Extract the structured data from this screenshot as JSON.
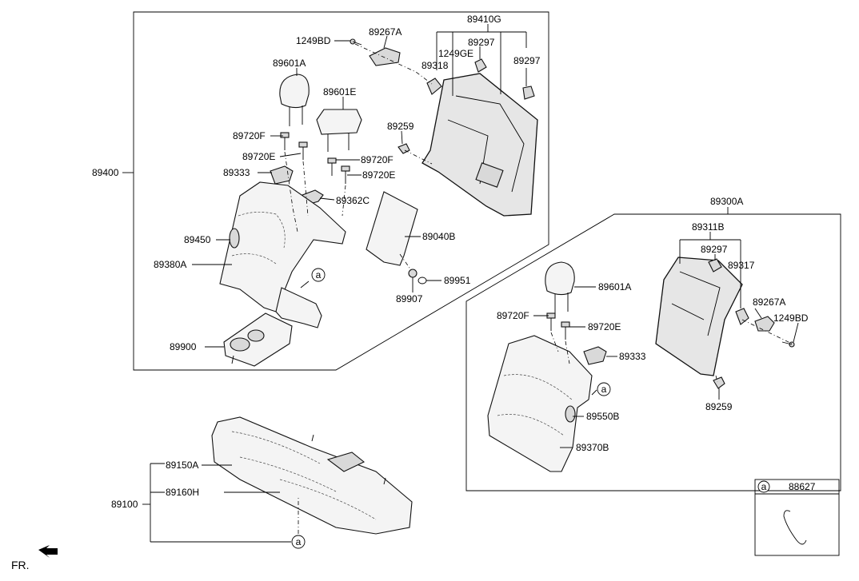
{
  "labels": {
    "l_89400": "89400",
    "l_1249BD_top": "1249BD",
    "l_89267A_top": "89267A",
    "l_89410G": "89410G",
    "l_89297_a": "89297",
    "l_1249GE": "1249GE",
    "l_89318": "89318",
    "l_89297_b": "89297",
    "l_89601A_top": "89601A",
    "l_89601E": "89601E",
    "l_89720F_a": "89720F",
    "l_89720E_a": "89720E",
    "l_89720F_b": "89720F",
    "l_89333_top": "89333",
    "l_89720E_b": "89720E",
    "l_89362C": "89362C",
    "l_89259_top": "89259",
    "l_89450": "89450",
    "l_89380A": "89380A",
    "l_89040B": "89040B",
    "l_89951": "89951",
    "l_89907": "89907",
    "l_89900": "89900",
    "l_89300A": "89300A",
    "l_89311B": "89311B",
    "l_89297_c": "89297",
    "l_89317": "89317",
    "l_89601A_right": "89601A",
    "l_89267A_right": "89267A",
    "l_1249BD_right": "1249BD",
    "l_89720F_c": "89720F",
    "l_89720E_c": "89720E",
    "l_89333_right": "89333",
    "l_89259_right": "89259",
    "l_89550B": "89550B",
    "l_89370B": "89370B",
    "l_89150A": "89150A",
    "l_89160H": "89160H",
    "l_89100": "89100",
    "l_88627": "88627",
    "fr": "FR."
  },
  "callouts": {
    "a_upper": "a",
    "a_right": "a",
    "a_bottom": "a",
    "a_legend": "a"
  }
}
